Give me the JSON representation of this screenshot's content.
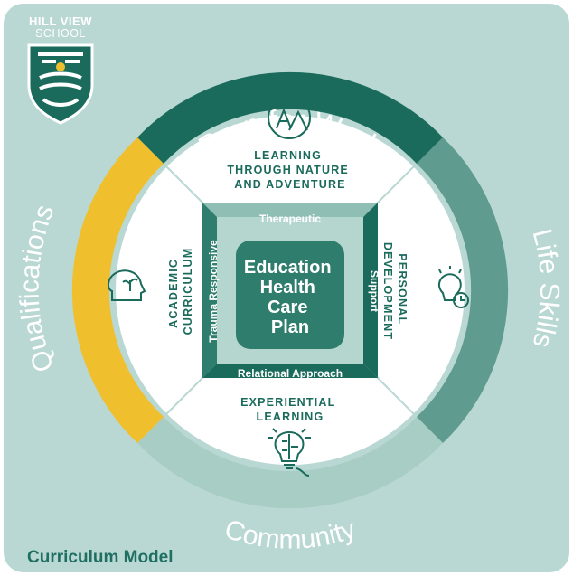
{
  "logo": {
    "line1": "HILL VIEW",
    "line2": "SCHOOL"
  },
  "ring": {
    "top": "Prep for Work",
    "right": "Life Skills",
    "bottom": "Community",
    "left": "Qualifications"
  },
  "quadrants": {
    "top": {
      "lines": [
        "LEARNING",
        "THROUGH NATURE",
        "AND ADVENTURE"
      ],
      "icon": "nature-landscape-icon"
    },
    "right": {
      "lines": [
        "PERSONAL",
        "DEVELOPMENT"
      ],
      "icon": "lightbulb-clock-icon"
    },
    "bottom": {
      "lines": [
        "EXPERIENTIAL",
        "LEARNING"
      ],
      "icon": "brain-bulb-icon"
    },
    "left": {
      "lines": [
        "ACADEMIC",
        "CURRICULUM"
      ],
      "icon": "head-plant-icon"
    }
  },
  "frame": {
    "top": "Therapeutic",
    "right": "Support",
    "bottom": "Relational Approach",
    "left": "Trauma Responsive"
  },
  "center": {
    "lines": [
      "Education",
      "Health",
      "Care",
      "Plan"
    ]
  },
  "caption": "Curriculum Model",
  "colors": {
    "background": "#b9d8d3",
    "dark_green": "#1a6b5c",
    "mid_green": "#5f9b8f",
    "pale_green": "#a7cdc5",
    "gold": "#efbf2e",
    "center_box": "#2f7d6c",
    "frame_light": "#b5d6cf"
  }
}
